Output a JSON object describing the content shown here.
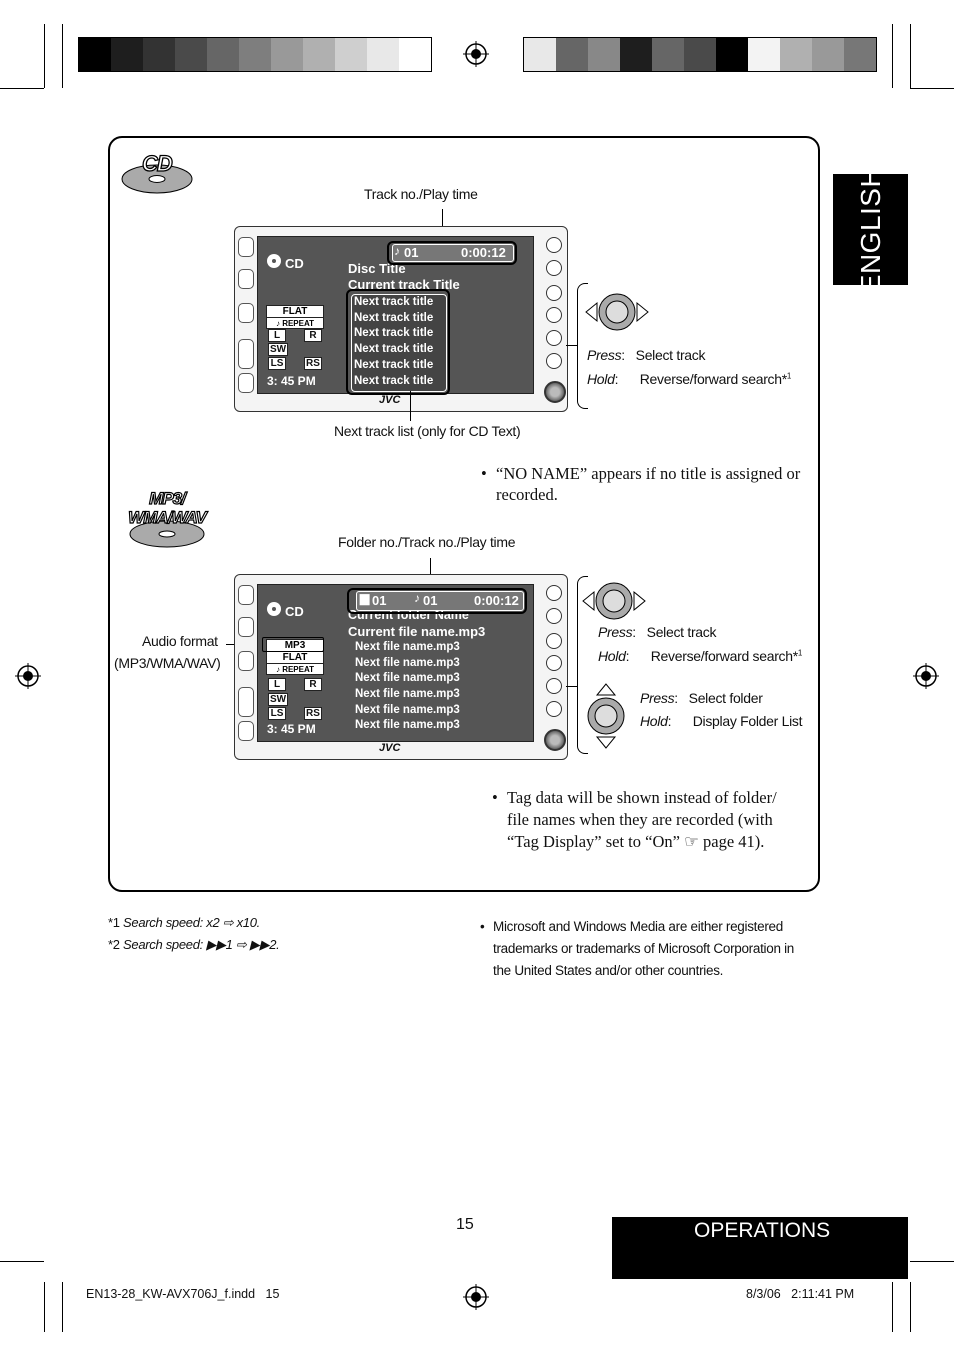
{
  "side_tab": {
    "language": "ENGLISH"
  },
  "section_tab": {
    "label": "OPERATIONS"
  },
  "page_number": "15",
  "cd_section": {
    "badge": "CD",
    "label_top": "Track no./Play time",
    "label_bottom": "Next track list (only for CD Text)",
    "screen": {
      "source": "CD",
      "track": "01",
      "time": "0:00:12",
      "disc_title": "Disc Title",
      "current_track": "Current track Title",
      "next_tracks": [
        "Next track title",
        "Next track title",
        "Next track title",
        "Next track title",
        "Next track title",
        "Next track title"
      ],
      "eq": "FLAT",
      "repeat": "REPEAT",
      "clock": "3: 45 PM"
    },
    "press_label": "Press",
    "press_text": "Select track",
    "hold_label": "Hold",
    "hold_text": "Reverse/forward search*",
    "hold_sup": "1",
    "note": "“NO NAME” appears if no title is assigned or recorded."
  },
  "mp3_section": {
    "badge_line1": "MP3/",
    "badge_line2": "WMA/WAV",
    "label_top": "Folder no./Track no./Play time",
    "audio_format_label": "Audio format",
    "audio_format_sub": "(MP3/WMA/WAV)",
    "screen": {
      "source": "CD",
      "folder": "01",
      "track": "01",
      "time": "0:00:12",
      "folder_name": "Current folder Name",
      "file_name": "Current file name.mp3",
      "next_files": [
        "Next file name.mp3",
        "Next file name.mp3",
        "Next file name.mp3",
        "Next file name.mp3",
        "Next file name.mp3",
        "Next file name.mp3"
      ],
      "format": "MP3",
      "eq": "FLAT",
      "repeat": "REPEAT",
      "clock": "3: 45 PM"
    },
    "press_label": "Press",
    "press_text": "Select track",
    "hold_label": "Hold",
    "hold_text": "Reverse/forward search*",
    "hold_sup": "1",
    "press2_text": "Select folder",
    "hold2_text": "Display Folder List",
    "note": "Tag data will be shown instead of folder/ file names when they are recorded (with “Tag Display” set to “On” ☞ page 41)."
  },
  "footnotes": [
    {
      "mark": "*1",
      "text": "Search speed: x2 ⇨ x10."
    },
    {
      "mark": "*2",
      "text": "Search speed: ▶▶1 ⇨ ▶▶2."
    }
  ],
  "trademark": "Microsoft and Windows Media are either registered trademarks or trademarks of Microsoft Corporation in the United States and/or other countries.",
  "print_info": {
    "file": "EN13-28_KW-AVX706J_f.indd   15",
    "date": "8/3/06   2:11:41 PM"
  },
  "speaker_labels": [
    "L",
    "R",
    "SW",
    "LS",
    "RS"
  ],
  "brand": "JVC",
  "colors": {
    "screen_bg": "#555555",
    "tab_bg": "#000000"
  }
}
